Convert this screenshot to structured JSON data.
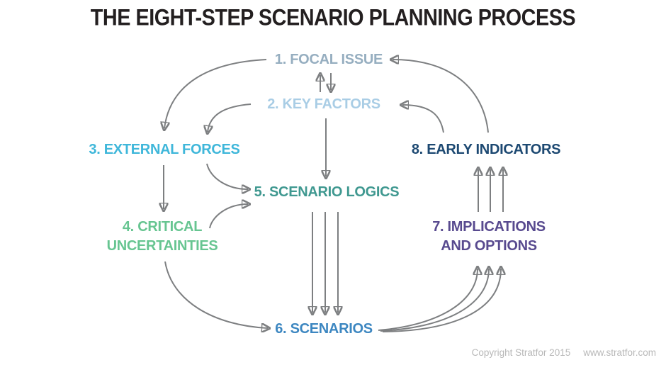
{
  "title": "THE EIGHT-STEP SCENARIO PLANNING PROCESS",
  "steps": [
    {
      "number": 1,
      "label": "1. FOCAL ISSUE",
      "color": "#96aec0"
    },
    {
      "number": 2,
      "label": "2. KEY FACTORS",
      "color": "#a9cde5"
    },
    {
      "number": 3,
      "label": "3. EXTERNAL FORCES",
      "color": "#3fb7da"
    },
    {
      "number": 4,
      "label": "4. CRITICAL\nUNCERTAINTIES",
      "color": "#67c591"
    },
    {
      "number": 5,
      "label": "5. SCENARIO LOGICS",
      "color": "#3f9890"
    },
    {
      "number": 6,
      "label": "6. SCENARIOS",
      "color": "#3d87c1"
    },
    {
      "number": 7,
      "label": "7. IMPLICATIONS\nAND OPTIONS",
      "color": "#584a8f"
    },
    {
      "number": 8,
      "label": "8. EARLY INDICATORS",
      "color": "#1d4972"
    }
  ],
  "connections": [
    {
      "from": 1,
      "to": 2,
      "bidirectional": true
    },
    {
      "from": 1,
      "to": 3
    },
    {
      "from": 2,
      "to": 3
    },
    {
      "from": 2,
      "to": 5
    },
    {
      "from": 3,
      "to": 4
    },
    {
      "from": 3,
      "to": 5
    },
    {
      "from": 4,
      "to": 5
    },
    {
      "from": 4,
      "to": 6
    },
    {
      "from": 5,
      "to": 6,
      "arrows": 3
    },
    {
      "from": 6,
      "to": 7,
      "arrows": 3
    },
    {
      "from": 7,
      "to": 8,
      "arrows": 3
    },
    {
      "from": 8,
      "to": 1
    },
    {
      "from": 8,
      "to": 2
    }
  ],
  "footer": {
    "copyright": "Copyright Stratfor 2015",
    "website": "www.stratfor.com"
  },
  "colors": {
    "arrow": "#7d7f81",
    "title": "#231f20",
    "footer": "#b8b8b8"
  }
}
